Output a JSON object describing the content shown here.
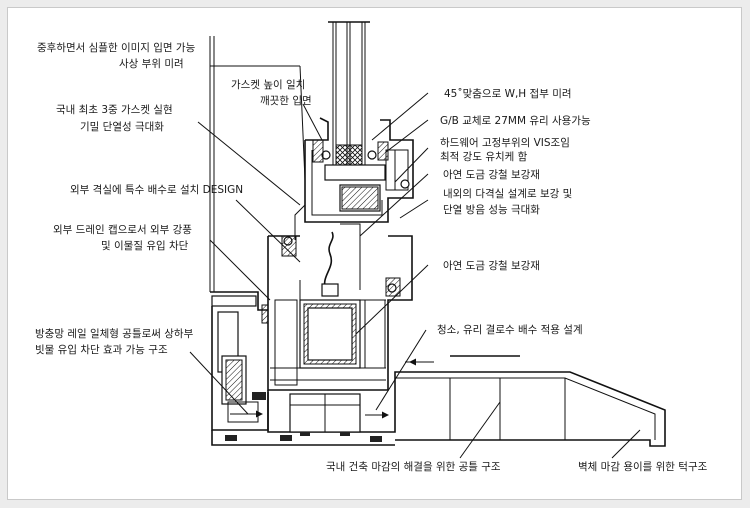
{
  "annotations": [
    {
      "id": "a1_l1",
      "text": "중후하면서 심플한 이미지 입면 가능"
    },
    {
      "id": "a1_l2",
      "text": "사상 부위 미려"
    },
    {
      "id": "a2_l1",
      "text": "가스켓 높이 일치"
    },
    {
      "id": "a2_l2",
      "text": "깨끗한 입면"
    },
    {
      "id": "a3_l1",
      "text": "국내 최초 3중 가스켓 실현"
    },
    {
      "id": "a3_l2",
      "text": "기밀 단열성 극대화"
    },
    {
      "id": "a4_l1",
      "text": "외부 격실에 특수 배수로 설치 DESIGN"
    },
    {
      "id": "a5_l1",
      "text": "외부 드레인 캡으로서 외부 강풍"
    },
    {
      "id": "a5_l2",
      "text": "및 이물질 유입 차단"
    },
    {
      "id": "a6_l1",
      "text": "방충망 레일 일체형 공틀로써 상하부"
    },
    {
      "id": "a6_l2",
      "text": "빗물 유입 차단 효과 가능 구조"
    },
    {
      "id": "a7_l1",
      "text": "45˚맞춤으로 W,H 접부 미려"
    },
    {
      "id": "a8_l1",
      "text": "G/B 교체로 27MM 유리 사용가능"
    },
    {
      "id": "a9_l1",
      "text": "하드웨어 고정부위의 VIS조임"
    },
    {
      "id": "a9_l2",
      "text": "최적 강도 유치케 함"
    },
    {
      "id": "a10_l1",
      "text": "아연 도금 강철 보강재"
    },
    {
      "id": "a11_l1",
      "text": "내외의 다격실 설계로 보강 및"
    },
    {
      "id": "a11_l2",
      "text": "단열 방음 성능 극대화"
    },
    {
      "id": "a12_l1",
      "text": "아연 도금 강철 보강재"
    },
    {
      "id": "a13_l1",
      "text": "청소, 유리 결로수 배수 적용 설계"
    },
    {
      "id": "a14_l1",
      "text": "국내 건축 마감의 해결을 위한 공틀 구조"
    },
    {
      "id": "a15_l1",
      "text": "벽체 마감 용이를 위한 턱구조"
    }
  ]
}
